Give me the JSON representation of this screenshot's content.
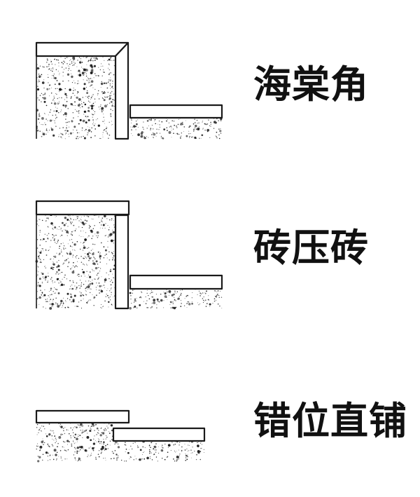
{
  "methods": [
    {
      "label": "海棠角"
    },
    {
      "label": "砖压砖"
    },
    {
      "label": "错位直铺"
    }
  ],
  "colors": {
    "ink": "#1a1a1a",
    "background": "#ffffff"
  }
}
